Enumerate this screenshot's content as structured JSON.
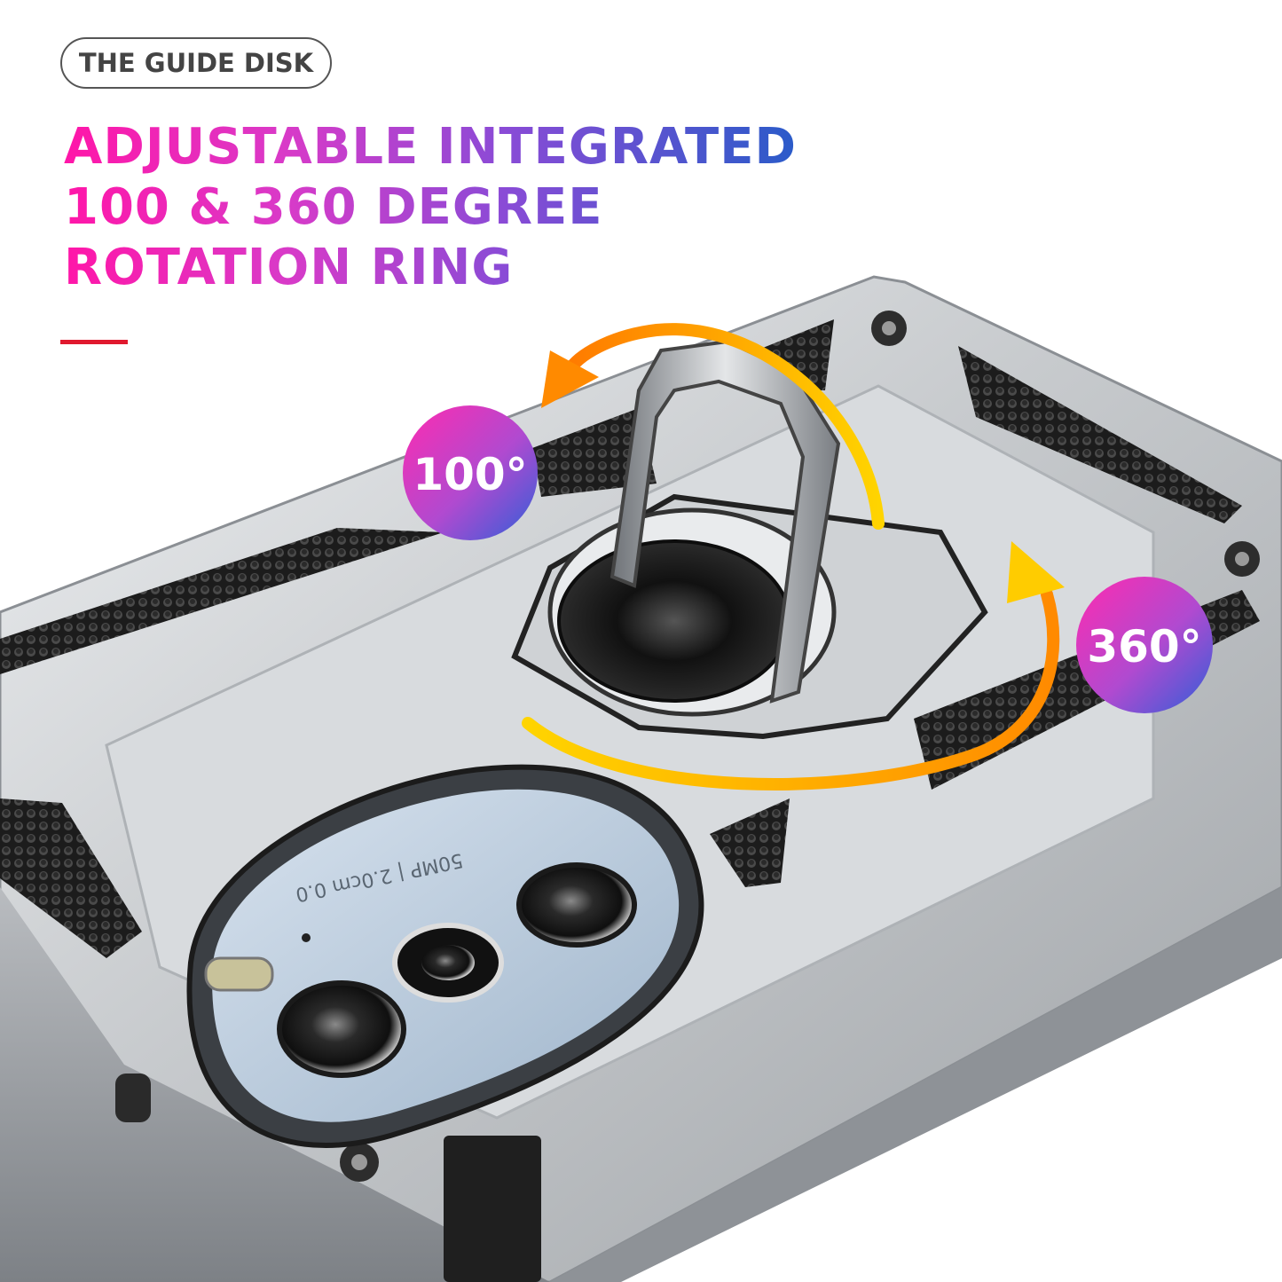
{
  "badge": {
    "label": "THE GUIDE DISK"
  },
  "headline": {
    "lines": [
      "ADJUSTABLE INTEGRATED",
      "100 & 360 DEGREE",
      "ROTATION RING"
    ]
  },
  "rotation_labels": {
    "small_angle": "100°",
    "full_angle": "360°"
  },
  "camera_module": {
    "printed_text": "50MP | 2.0cm 0.0"
  },
  "colors": {
    "headline_gradient": [
      "#ff16a8",
      "#8a4bd6",
      "#2a5bc9"
    ],
    "accent_rule": "#e0192e",
    "case_silver": "#c9ccd0",
    "grip_black": "#2a2a2a",
    "arrow_orange": "#ff8a00",
    "arrow_yellow": "#ffd400",
    "circle_gradient": [
      "#ff3db4",
      "#3b5bd6"
    ]
  },
  "icons": [
    "rotation-arrow-icon",
    "ring-holder-icon",
    "camera-lens-icon",
    "screw-icon"
  ]
}
